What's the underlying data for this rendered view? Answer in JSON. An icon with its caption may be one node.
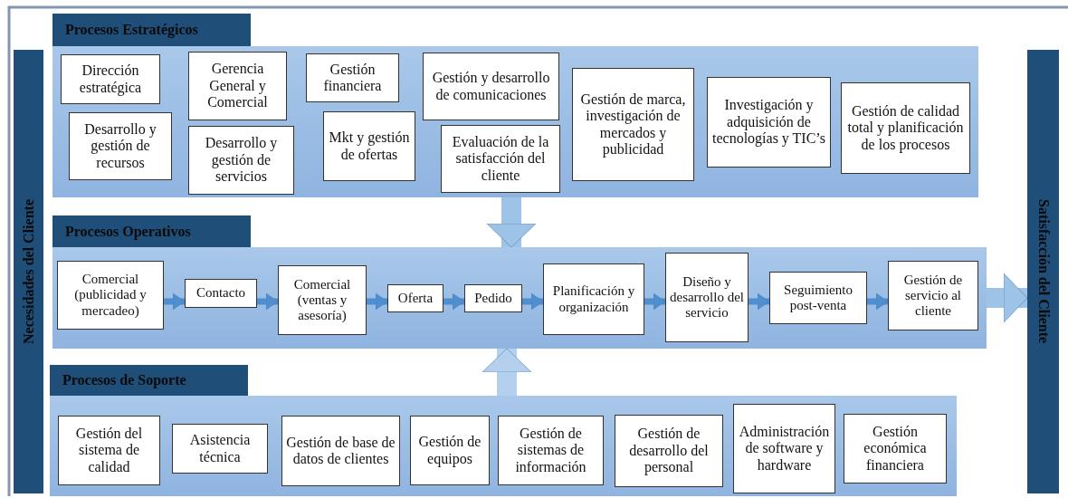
{
  "diagram": {
    "nodes": [
      {
        "text": [
          "Necesidades del Cliente"
        ]
      },
      {
        "text": [
          "Procesos Estratégicos"
        ]
      },
      {
        "text": [
          "Dirección estratégica"
        ],
        "in": 1
      },
      {
        "text": [
          "Desarrollo y gestión de recursos"
        ],
        "in": 1
      },
      {
        "text": [
          "Gerencia General y Comercial"
        ],
        "in": 1
      },
      {
        "text": [
          "Desarrollo y gestión de servicios"
        ],
        "in": 1
      },
      {
        "text": [
          "Gestión financiera"
        ],
        "in": 1
      },
      {
        "text": [
          "Mkt y gestión de ofertas"
        ],
        "in": 1
      },
      {
        "text": [
          "Gestión y desarrollo de comunicaciones"
        ],
        "in": 1
      },
      {
        "text": [
          "Evaluación de la satisfacción del cliente"
        ],
        "in": 1
      },
      {
        "text": [
          "Gestión de marca, investigación de mercados y publicidad"
        ],
        "in": 1
      },
      {
        "text": [
          "Investigación y adquisición de tecnologías y TIC’s"
        ],
        "in": 1
      },
      {
        "text": [
          "Gestión de calidad total y planificación de los procesos"
        ],
        "in": 1
      },
      {
        "text": [
          "Procesos Operativos"
        ]
      },
      {
        "text": [
          "Comercial (publicidad y mercadeo)"
        ],
        "in": 13
      },
      {
        "text": [
          "Contacto"
        ],
        "in": 13
      },
      {
        "text": [
          "Comercial (ventas y asesoría)"
        ],
        "in": 13
      },
      {
        "text": [
          "Oferta"
        ],
        "in": 13
      },
      {
        "text": [
          "Pedido"
        ],
        "in": 13
      },
      {
        "text": [
          "Planificación y organización"
        ],
        "in": 13
      },
      {
        "text": [
          "Diseño y desarrollo del servicio"
        ],
        "in": 13
      },
      {
        "text": [
          "Seguimiento post-venta"
        ],
        "in": 13
      },
      {
        "text": [
          "Gestión de servicio al cliente"
        ],
        "in": 13
      },
      {
        "text": [
          "Procesos de Soporte"
        ]
      },
      {
        "text": [
          "Gestión del sistema de calidad"
        ],
        "in": 23
      },
      {
        "text": [
          "Asistencia técnica"
        ],
        "in": 23
      },
      {
        "text": [
          "Gestión de base de datos de clientes"
        ],
        "in": 23
      },
      {
        "text": [
          "Gestión de equipos"
        ],
        "in": 23
      },
      {
        "text": [
          "Gestión de sistemas de información"
        ],
        "in": 23
      },
      {
        "text": [
          "Gestión de desarrollo del personal"
        ],
        "in": 23
      },
      {
        "text": [
          "Administración de software y hardware"
        ],
        "in": 23
      },
      {
        "text": [
          "Gestión económica financiera"
        ],
        "in": 23
      },
      {
        "text": [
          "Satisfacción del Cliente"
        ]
      }
    ],
    "edges": [
      {
        "from": 14,
        "to": 15,
        "arrow": "to"
      },
      {
        "from": 15,
        "to": 16,
        "arrow": "to"
      },
      {
        "from": 16,
        "to": 17,
        "arrow": "to"
      },
      {
        "from": 17,
        "to": 18,
        "arrow": "to"
      },
      {
        "from": 18,
        "to": 19,
        "arrow": "to"
      },
      {
        "from": 19,
        "to": 20,
        "arrow": "to"
      },
      {
        "from": 20,
        "to": 21,
        "arrow": "to"
      },
      {
        "from": 21,
        "to": 22,
        "arrow": "to"
      },
      {
        "from": 1,
        "to": 13,
        "arrow": "to",
        "style": "thick",
        "color": "#9dc3e6"
      },
      {
        "from": 23,
        "to": 13,
        "arrow": "to",
        "style": "thick",
        "color": "#b4d0ee"
      },
      {
        "from": 13,
        "to": 32,
        "arrow": "to",
        "style": "thick",
        "color": "#9dc3e6"
      }
    ]
  }
}
